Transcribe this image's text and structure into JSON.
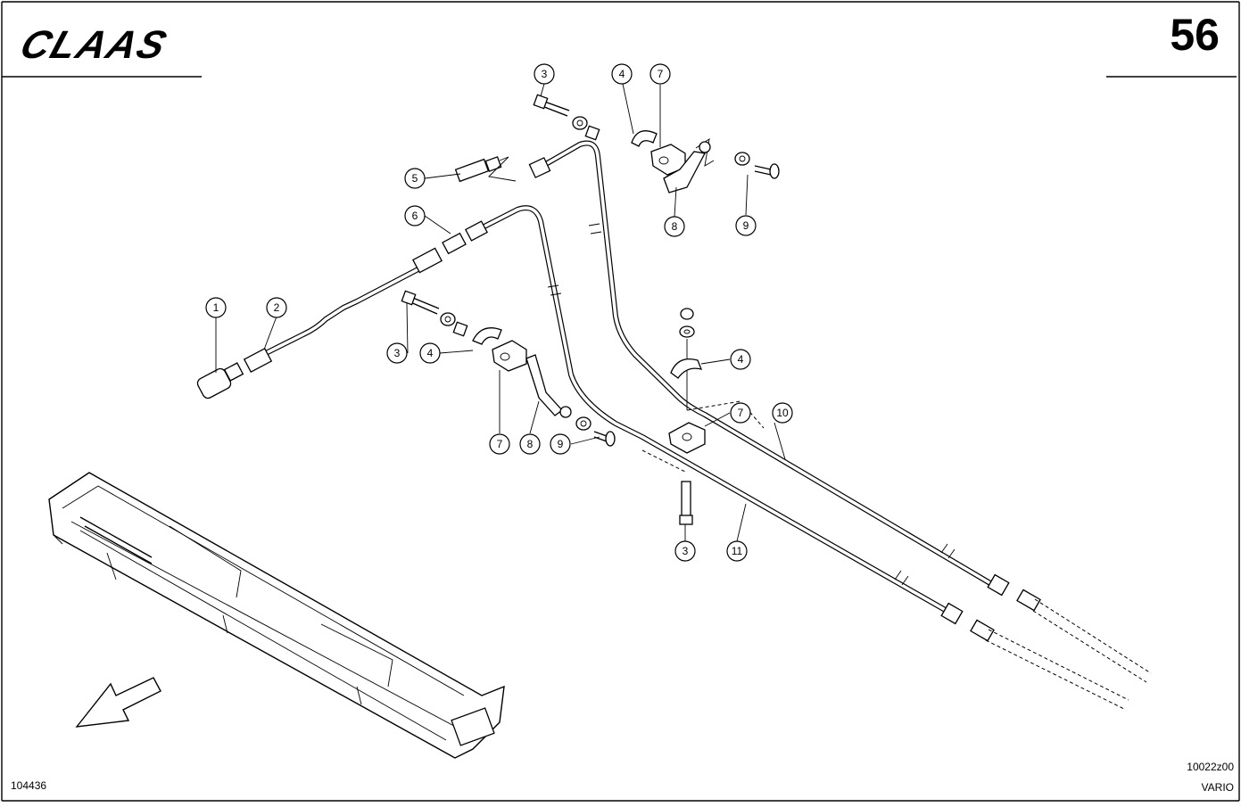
{
  "header": {
    "brand": "CLAAS",
    "page_number": "56"
  },
  "footer": {
    "drawing_number": "104436",
    "ref_code": "10022z00",
    "model": "VARIO"
  },
  "callouts": [
    "1",
    "2",
    "3",
    "4",
    "7",
    "5",
    "6",
    "8",
    "9",
    "3",
    "4",
    "7",
    "8",
    "9",
    "4",
    "7",
    "10",
    "3",
    "11"
  ],
  "icons": {
    "direction": "direction-arrow-icon",
    "logo": "claas-logo"
  }
}
